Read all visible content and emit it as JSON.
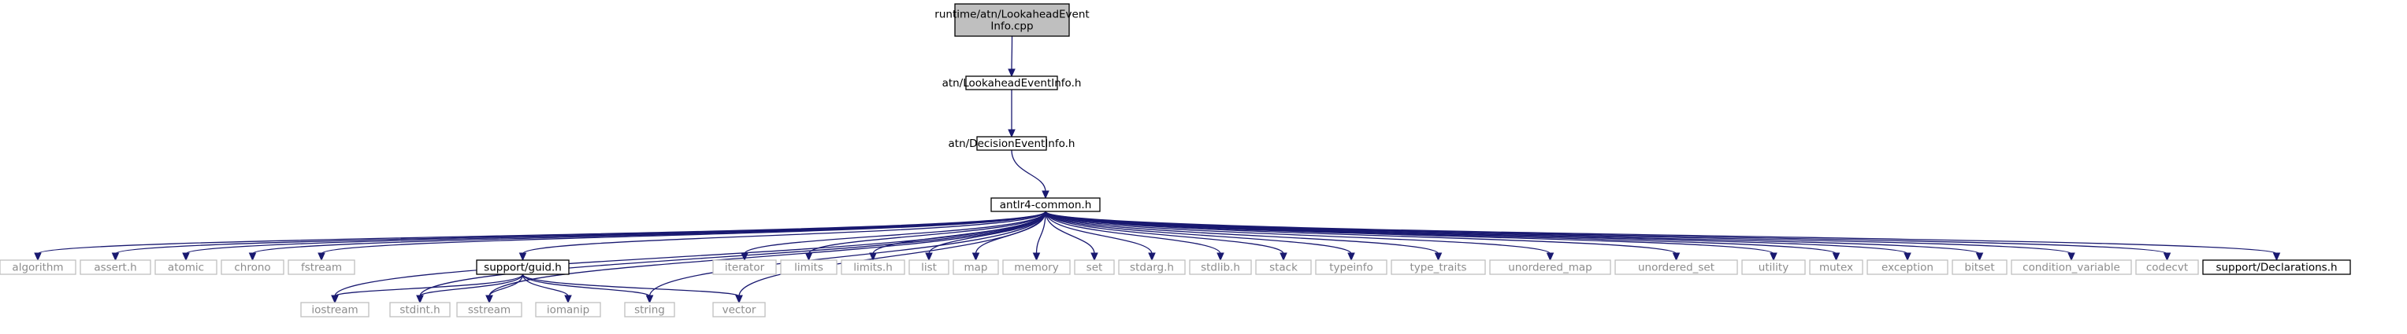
{
  "diagram": {
    "colors": {
      "edge": "#191970",
      "root_fill": "#bfbfbf",
      "external_border": "#bfbfbf",
      "external_text": "#8c8c8c"
    },
    "nodes": {
      "root": {
        "lines": [
          "runtime/atn/LookaheadEvent",
          "Info.cpp"
        ],
        "kind": "root"
      },
      "lookahead": {
        "lines": [
          "atn/LookaheadEventInfo.h"
        ],
        "kind": "internal"
      },
      "decision": {
        "lines": [
          "atn/DecisionEventInfo.h"
        ],
        "kind": "internal"
      },
      "common": {
        "lines": [
          "antlr4-common.h"
        ],
        "kind": "internal"
      },
      "algorithm": {
        "lines": [
          "algorithm"
        ],
        "kind": "external"
      },
      "assert": {
        "lines": [
          "assert.h"
        ],
        "kind": "external"
      },
      "atomic": {
        "lines": [
          "atomic"
        ],
        "kind": "external"
      },
      "chrono": {
        "lines": [
          "chrono"
        ],
        "kind": "external"
      },
      "fstream": {
        "lines": [
          "fstream"
        ],
        "kind": "external"
      },
      "guid": {
        "lines": [
          "support/guid.h"
        ],
        "kind": "internal"
      },
      "iterator": {
        "lines": [
          "iterator"
        ],
        "kind": "external"
      },
      "limits": {
        "lines": [
          "limits"
        ],
        "kind": "external"
      },
      "limitsh": {
        "lines": [
          "limits.h"
        ],
        "kind": "external"
      },
      "list": {
        "lines": [
          "list"
        ],
        "kind": "external"
      },
      "map": {
        "lines": [
          "map"
        ],
        "kind": "external"
      },
      "memory": {
        "lines": [
          "memory"
        ],
        "kind": "external"
      },
      "set": {
        "lines": [
          "set"
        ],
        "kind": "external"
      },
      "stdarg": {
        "lines": [
          "stdarg.h"
        ],
        "kind": "external"
      },
      "stdlib": {
        "lines": [
          "stdlib.h"
        ],
        "kind": "external"
      },
      "stack": {
        "lines": [
          "stack"
        ],
        "kind": "external"
      },
      "typeinfo": {
        "lines": [
          "typeinfo"
        ],
        "kind": "external"
      },
      "type_traits": {
        "lines": [
          "type_traits"
        ],
        "kind": "external"
      },
      "unordered_map": {
        "lines": [
          "unordered_map"
        ],
        "kind": "external"
      },
      "unordered_set": {
        "lines": [
          "unordered_set"
        ],
        "kind": "external"
      },
      "utility": {
        "lines": [
          "utility"
        ],
        "kind": "external"
      },
      "mutex": {
        "lines": [
          "mutex"
        ],
        "kind": "external"
      },
      "exception": {
        "lines": [
          "exception"
        ],
        "kind": "external"
      },
      "bitset": {
        "lines": [
          "bitset"
        ],
        "kind": "external"
      },
      "condvar": {
        "lines": [
          "condition_variable"
        ],
        "kind": "external"
      },
      "codecvt": {
        "lines": [
          "codecvt"
        ],
        "kind": "external"
      },
      "declarations": {
        "lines": [
          "support/Declarations.h"
        ],
        "kind": "internal"
      },
      "iostream": {
        "lines": [
          "iostream"
        ],
        "kind": "external"
      },
      "stdint": {
        "lines": [
          "stdint.h"
        ],
        "kind": "external"
      },
      "sstream": {
        "lines": [
          "sstream"
        ],
        "kind": "external"
      },
      "iomanip": {
        "lines": [
          "iomanip"
        ],
        "kind": "external"
      },
      "string": {
        "lines": [
          "string"
        ],
        "kind": "external"
      },
      "vector": {
        "lines": [
          "vector"
        ],
        "kind": "external"
      }
    },
    "edges": [
      [
        "root",
        "lookahead"
      ],
      [
        "lookahead",
        "decision"
      ],
      [
        "decision",
        "common"
      ],
      [
        "common",
        "algorithm"
      ],
      [
        "common",
        "assert"
      ],
      [
        "common",
        "atomic"
      ],
      [
        "common",
        "chrono"
      ],
      [
        "common",
        "fstream"
      ],
      [
        "common",
        "guid"
      ],
      [
        "common",
        "iterator"
      ],
      [
        "common",
        "limits"
      ],
      [
        "common",
        "limitsh"
      ],
      [
        "common",
        "list"
      ],
      [
        "common",
        "map"
      ],
      [
        "common",
        "memory"
      ],
      [
        "common",
        "set"
      ],
      [
        "common",
        "stdarg"
      ],
      [
        "common",
        "stdlib"
      ],
      [
        "common",
        "stack"
      ],
      [
        "common",
        "typeinfo"
      ],
      [
        "common",
        "type_traits"
      ],
      [
        "common",
        "unordered_map"
      ],
      [
        "common",
        "unordered_set"
      ],
      [
        "common",
        "utility"
      ],
      [
        "common",
        "mutex"
      ],
      [
        "common",
        "exception"
      ],
      [
        "common",
        "bitset"
      ],
      [
        "common",
        "condvar"
      ],
      [
        "common",
        "codecvt"
      ],
      [
        "common",
        "declarations"
      ],
      [
        "common",
        "iostream"
      ],
      [
        "common",
        "stdint"
      ],
      [
        "common",
        "sstream"
      ],
      [
        "common",
        "string"
      ],
      [
        "common",
        "vector"
      ],
      [
        "guid",
        "iostream"
      ],
      [
        "guid",
        "stdint"
      ],
      [
        "guid",
        "sstream"
      ],
      [
        "guid",
        "iomanip"
      ],
      [
        "guid",
        "string"
      ],
      [
        "guid",
        "vector"
      ]
    ]
  }
}
